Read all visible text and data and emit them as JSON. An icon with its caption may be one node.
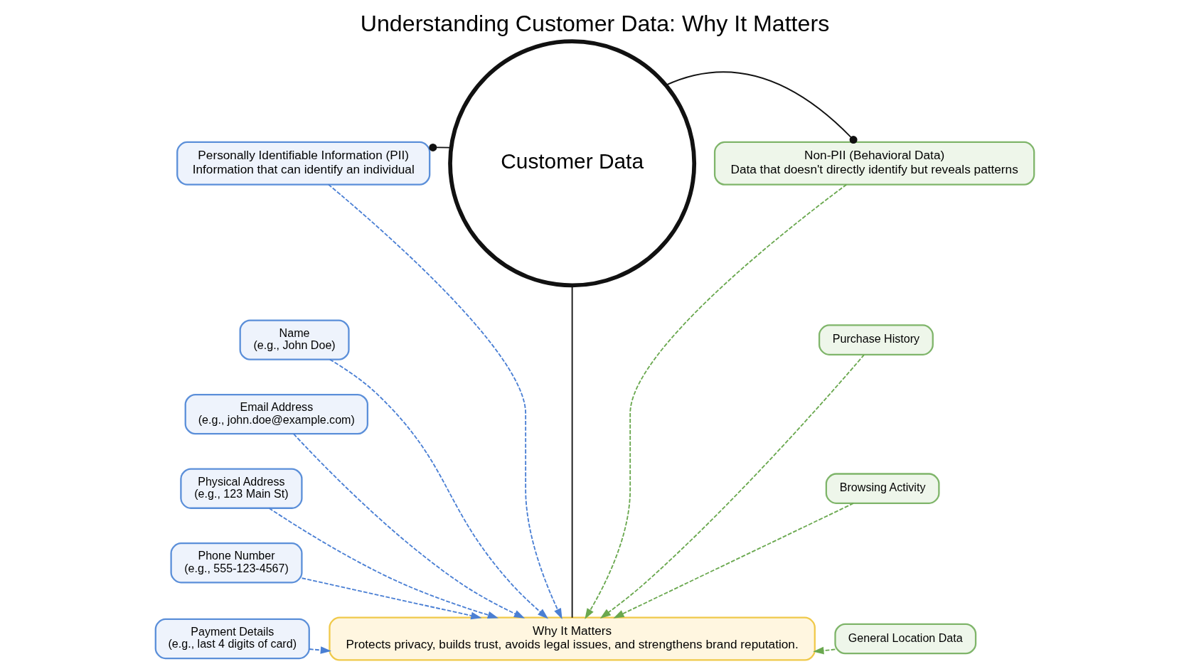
{
  "diagram": {
    "title": "Understanding Customer Data: Why It Matters",
    "nodes": [
      {
        "text": [
          "Personally Identifiable Information (PII)",
          "Information that can identify an individual"
        ]
      },
      {
        "text": [
          "Name",
          "(e.g., John Doe)"
        ]
      },
      {
        "text": [
          "Email Address",
          "(e.g., john.doe@example.com)"
        ]
      },
      {
        "text": [
          "Physical Address",
          "(e.g., 123 Main St)"
        ]
      },
      {
        "text": [
          "Phone Number",
          "(e.g., 555-123-4567)"
        ]
      },
      {
        "text": [
          "Payment Details",
          "(e.g., last 4 digits of card)"
        ]
      },
      {
        "text": [
          "Customer Data"
        ]
      },
      {
        "text": [
          "Non-PII (Behavioral Data)",
          "Data that doesn't directly identify but reveals patterns"
        ]
      },
      {
        "text": [
          "Purchase History"
        ]
      },
      {
        "text": [
          "Browsing Activity"
        ]
      },
      {
        "text": [
          "General Location Data"
        ]
      },
      {
        "text": [
          "Why It Matters",
          "Protects privacy, builds trust, avoids legal issues, and strengthens brand reputation."
        ]
      }
    ],
    "edges": [
      {
        "from": 0,
        "to": 6,
        "arrow": "other",
        "color": "#111111"
      },
      {
        "from": 7,
        "to": 6,
        "arrow": "other",
        "color": "#111111"
      },
      {
        "from": 6,
        "to": 11,
        "arrow": "none",
        "color": "#111111"
      },
      {
        "from": 0,
        "to": 11,
        "arrow": "to",
        "style": "dashed",
        "color": "#4a7fd4"
      },
      {
        "from": 1,
        "to": 11,
        "arrow": "to",
        "style": "dashed",
        "color": "#4a7fd4"
      },
      {
        "from": 2,
        "to": 11,
        "arrow": "to",
        "style": "dashed",
        "color": "#4a7fd4"
      },
      {
        "from": 3,
        "to": 11,
        "arrow": "to",
        "style": "dashed",
        "color": "#4a7fd4"
      },
      {
        "from": 4,
        "to": 11,
        "arrow": "to",
        "style": "dashed",
        "color": "#4a7fd4"
      },
      {
        "from": 5,
        "to": 11,
        "arrow": "to",
        "style": "dashed",
        "color": "#4a7fd4"
      },
      {
        "from": 7,
        "to": 11,
        "arrow": "to",
        "style": "dashed",
        "color": "#6aa84f"
      },
      {
        "from": 8,
        "to": 11,
        "arrow": "to",
        "style": "dashed",
        "color": "#6aa84f"
      },
      {
        "from": 9,
        "to": 11,
        "arrow": "to",
        "style": "dashed",
        "color": "#6aa84f"
      },
      {
        "from": 10,
        "to": 11,
        "arrow": "to",
        "style": "dashed",
        "color": "#6aa84f"
      }
    ]
  }
}
